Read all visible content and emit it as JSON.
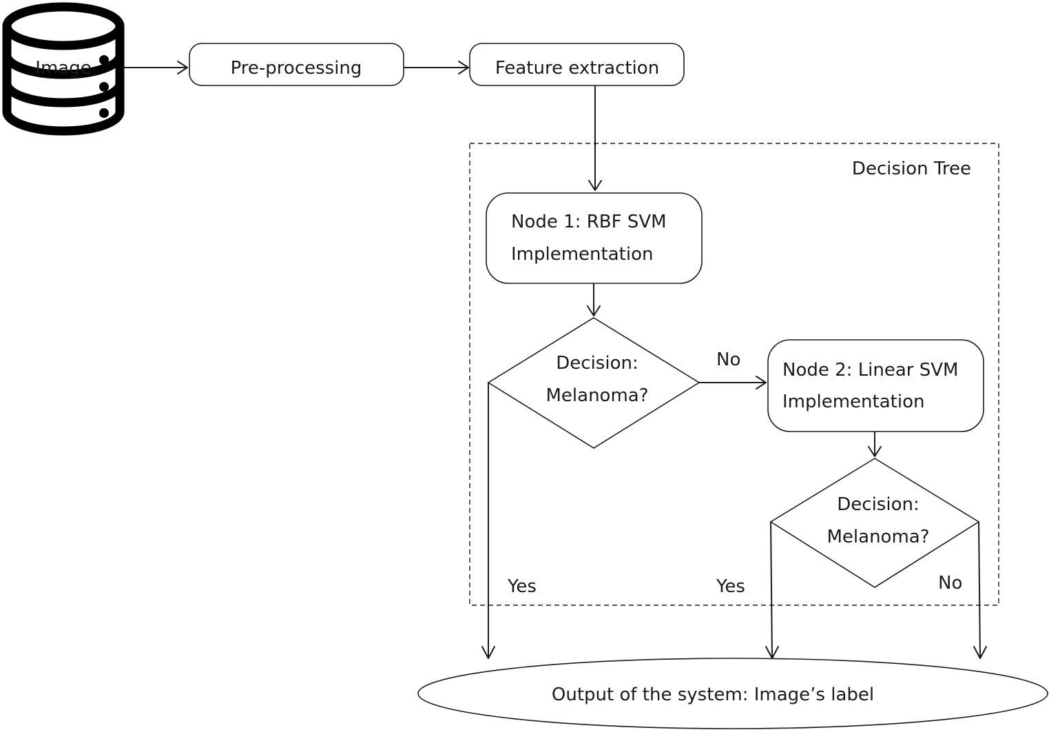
{
  "diagram": {
    "input_label": "Image",
    "preprocessing_label": "Pre-processing",
    "feature_extraction_label": "Feature extraction",
    "group_label": "Decision Tree",
    "node1": {
      "line1": "Node 1: RBF SVM",
      "line2": "Implementation"
    },
    "decision1": {
      "line1": "Decision:",
      "line2": "Melanoma?"
    },
    "decision1_no_label": "No",
    "decision1_yes_label": "Yes",
    "node2": {
      "line1": "Node 2: Linear SVM",
      "line2": "Implementation"
    },
    "decision2": {
      "line1": "Decision:",
      "line2": "Melanoma?"
    },
    "decision2_yes_label": "Yes",
    "decision2_no_label": "No",
    "output_label": "Output of the system: Image’s label"
  }
}
